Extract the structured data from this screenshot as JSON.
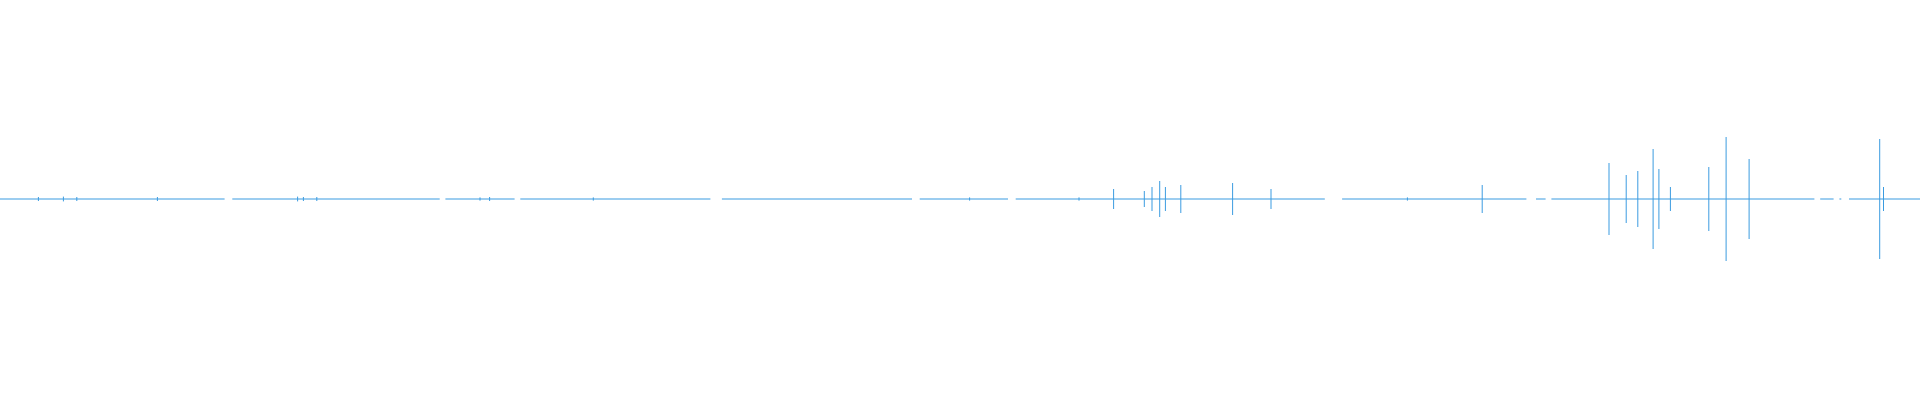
{
  "waveform": {
    "color": "#3a9be0",
    "background": "#ffffff",
    "samples": [
      {
        "t": 0.02,
        "a": 0.01
      },
      {
        "t": 0.033,
        "a": 0.012
      },
      {
        "t": 0.04,
        "a": 0.01
      },
      {
        "t": 0.082,
        "a": 0.01
      },
      {
        "t": 0.155,
        "a": 0.012
      },
      {
        "t": 0.158,
        "a": 0.01
      },
      {
        "t": 0.165,
        "a": 0.01
      },
      {
        "t": 0.25,
        "a": 0.008
      },
      {
        "t": 0.255,
        "a": 0.01
      },
      {
        "t": 0.309,
        "a": 0.008
      },
      {
        "t": 0.505,
        "a": 0.008
      },
      {
        "t": 0.562,
        "a": 0.008
      },
      {
        "t": 0.58,
        "a": 0.05
      },
      {
        "t": 0.596,
        "a": 0.04
      },
      {
        "t": 0.6,
        "a": 0.06
      },
      {
        "t": 0.604,
        "a": 0.09
      },
      {
        "t": 0.607,
        "a": 0.06
      },
      {
        "t": 0.615,
        "a": 0.07
      },
      {
        "t": 0.642,
        "a": 0.08
      },
      {
        "t": 0.662,
        "a": 0.05
      },
      {
        "t": 0.733,
        "a": 0.008
      },
      {
        "t": 0.772,
        "a": 0.07
      },
      {
        "t": 0.838,
        "a": 0.18
      },
      {
        "t": 0.847,
        "a": 0.12
      },
      {
        "t": 0.853,
        "a": 0.14
      },
      {
        "t": 0.861,
        "a": 0.25
      },
      {
        "t": 0.864,
        "a": 0.15
      },
      {
        "t": 0.87,
        "a": 0.06
      },
      {
        "t": 0.89,
        "a": 0.16
      },
      {
        "t": 0.899,
        "a": 0.31
      },
      {
        "t": 0.911,
        "a": 0.2
      },
      {
        "t": 0.979,
        "a": 0.3
      },
      {
        "t": 0.981,
        "a": 0.06
      }
    ],
    "gaps": [
      {
        "start": 0.117,
        "end": 0.121
      },
      {
        "start": 0.229,
        "end": 0.232
      },
      {
        "start": 0.268,
        "end": 0.271
      },
      {
        "start": 0.37,
        "end": 0.376
      },
      {
        "start": 0.475,
        "end": 0.479
      },
      {
        "start": 0.525,
        "end": 0.529
      },
      {
        "start": 0.69,
        "end": 0.699
      },
      {
        "start": 0.795,
        "end": 0.8
      },
      {
        "start": 0.805,
        "end": 0.808
      },
      {
        "start": 0.945,
        "end": 0.948
      },
      {
        "start": 0.955,
        "end": 0.958
      },
      {
        "start": 0.959,
        "end": 0.963
      }
    ]
  }
}
